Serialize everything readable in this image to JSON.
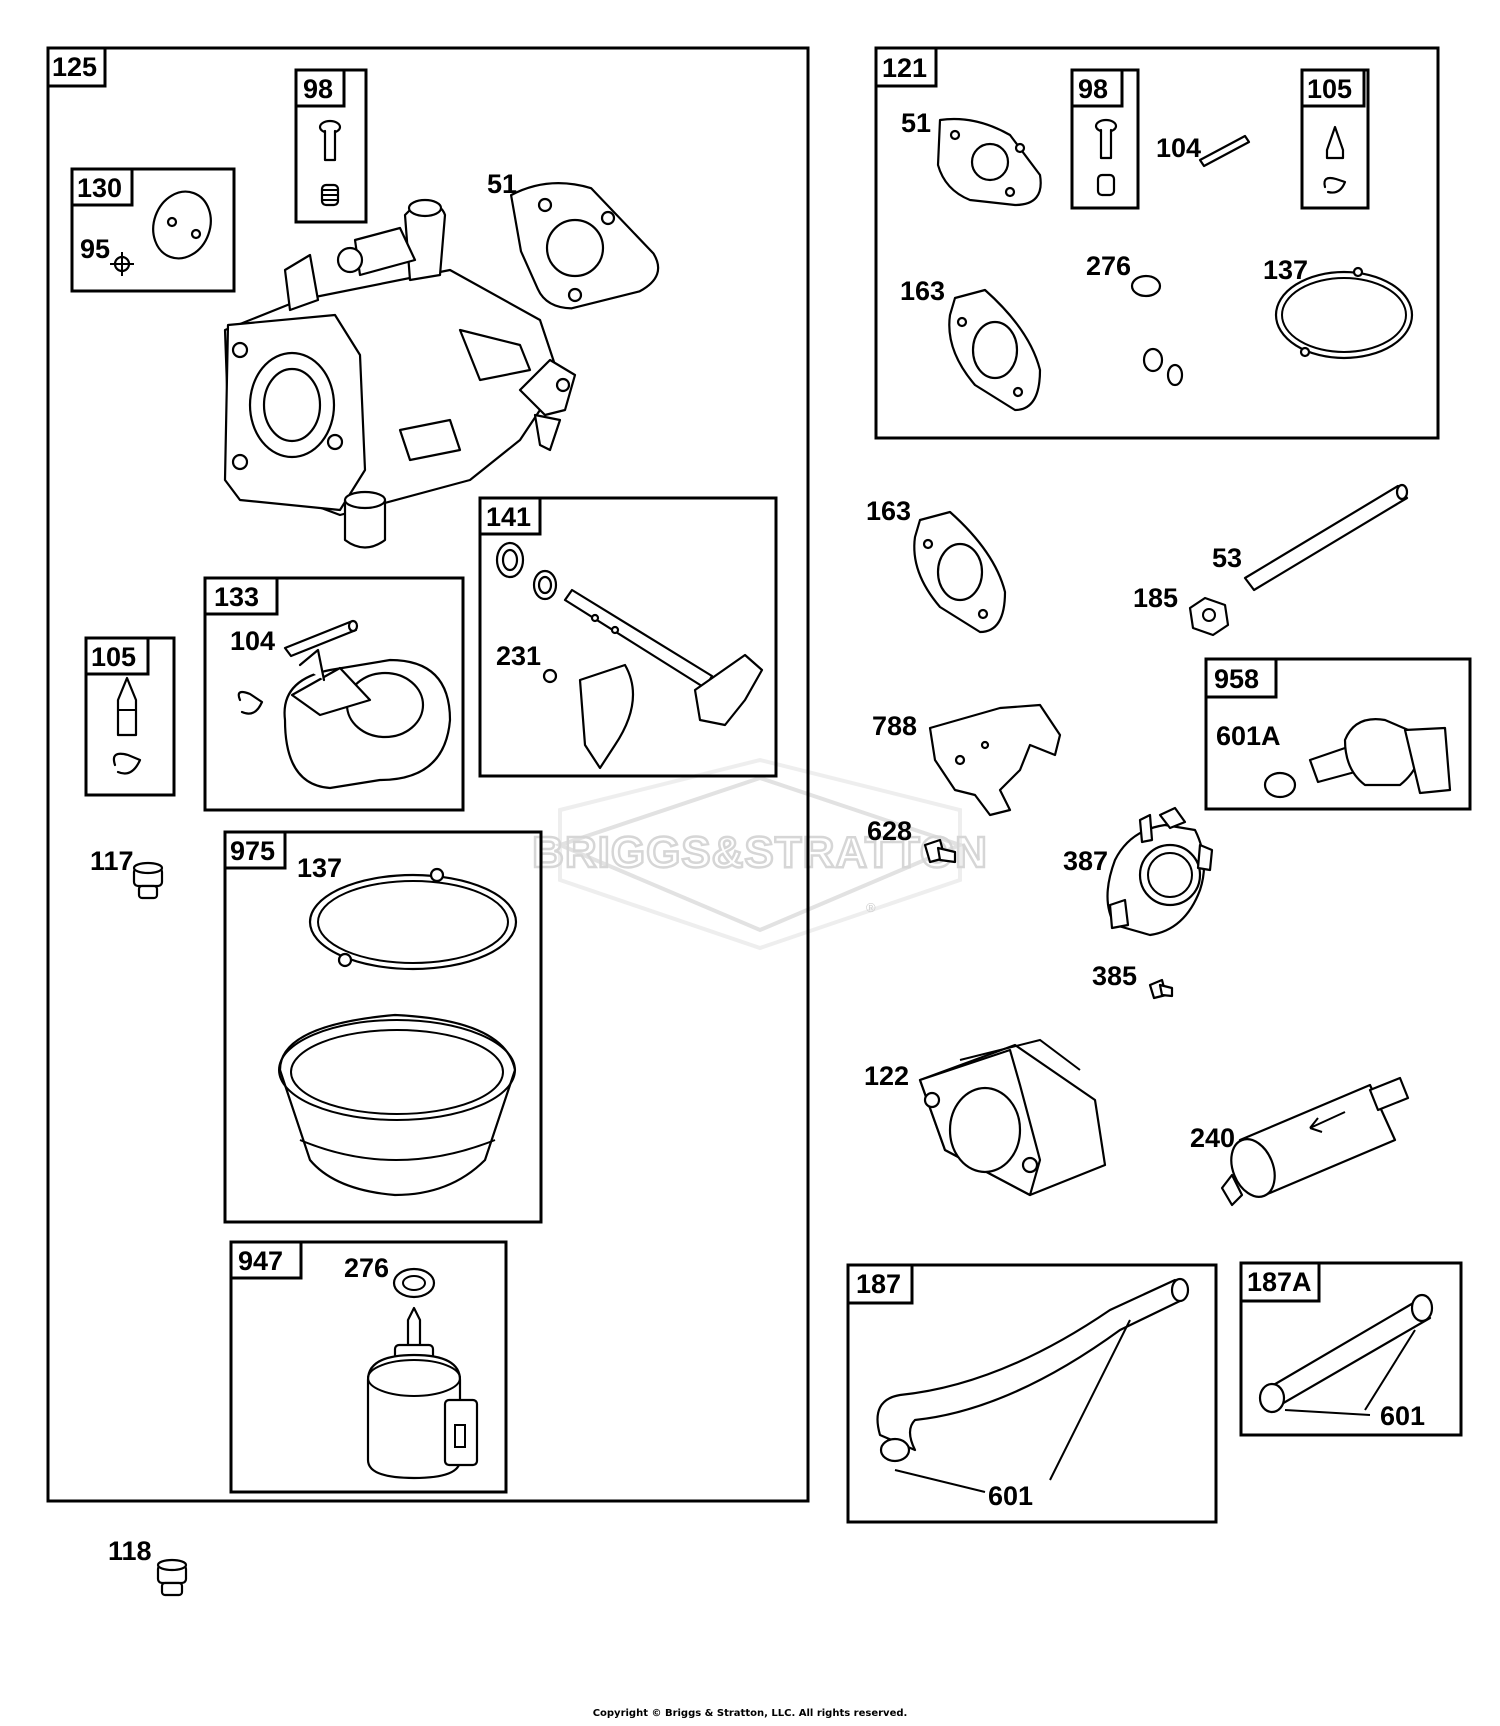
{
  "watermark": {
    "brand": "BRIGGS&STRATTON",
    "registered": "®"
  },
  "copyright": "Copyright © Briggs & Stratton, LLC. All rights reserved.",
  "kits": {
    "k125": "125",
    "k121": "121",
    "k98a": "98",
    "k98b": "98",
    "k105a": "105",
    "k105b": "105",
    "k130": "130",
    "k133": "133",
    "k141": "141",
    "k975": "975",
    "k947": "947",
    "k958": "958",
    "k187": "187",
    "k187A": "187A"
  },
  "labels": {
    "p51a": "51",
    "p95": "95",
    "p104a": "104",
    "p231": "231",
    "p117": "117",
    "p137a": "137",
    "p276a": "276",
    "p118": "118",
    "p51b": "51",
    "p104b": "104",
    "p276b": "276",
    "p137b": "137",
    "p163a": "163",
    "p163b": "163",
    "p53": "53",
    "p185": "185",
    "p601A": "601A",
    "p788": "788",
    "p628": "628",
    "p387": "387",
    "p385": "385",
    "p122": "122",
    "p240": "240",
    "p601a": "601",
    "p601b": "601"
  }
}
